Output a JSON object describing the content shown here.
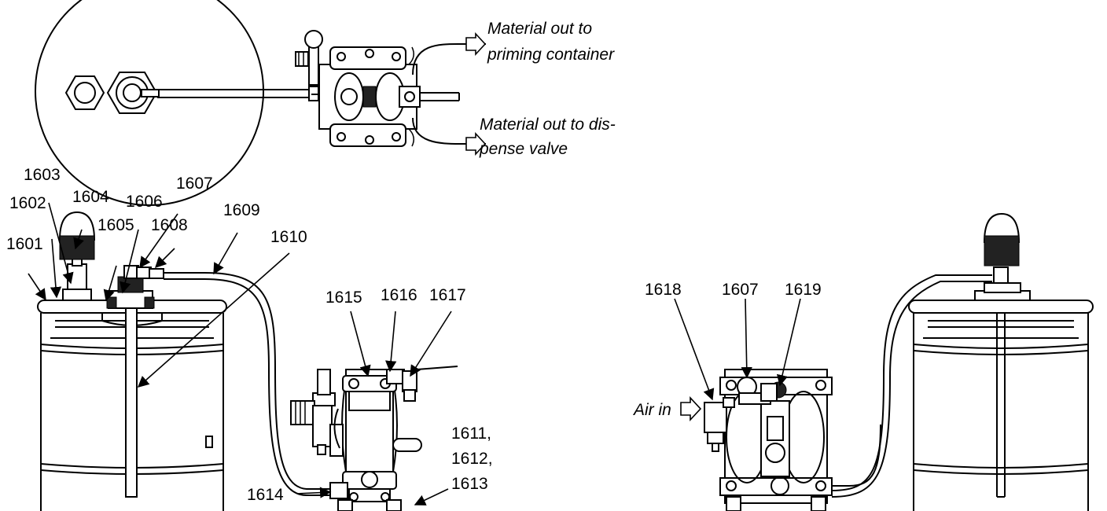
{
  "callouts": {
    "c1601": "1601",
    "c1602": "1602",
    "c1603": "1603",
    "c1604": "1604",
    "c1605": "1605",
    "c1606": "1606",
    "c1607": "1607",
    "c1608": "1608",
    "c1609": "1609",
    "c1610": "1610",
    "c1611": "1611,",
    "c1612": "1612,",
    "c1613": "1613",
    "c1614": "1614",
    "c1615": "1615",
    "c1616": "1616",
    "c1617": "1617",
    "c1618": "1618",
    "c1607b": "1607",
    "c1619": "1619"
  },
  "notes": {
    "priming_line1": "Material out to",
    "priming_line2": "priming container",
    "dispense_line1": "Material out to dis-",
    "dispense_line2": "pense valve",
    "air_in": "Air in"
  }
}
